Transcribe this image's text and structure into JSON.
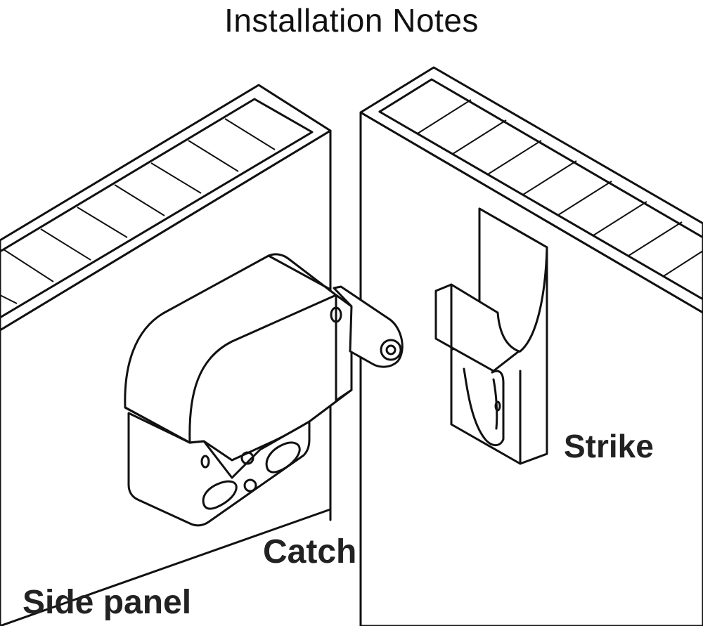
{
  "title": "Installation Notes",
  "labels": {
    "strike": "Strike",
    "catch": "Catch",
    "side_panel": "Side panel"
  },
  "colors": {
    "line": "#111111",
    "background": "#ffffff",
    "label_text": "#222222"
  }
}
